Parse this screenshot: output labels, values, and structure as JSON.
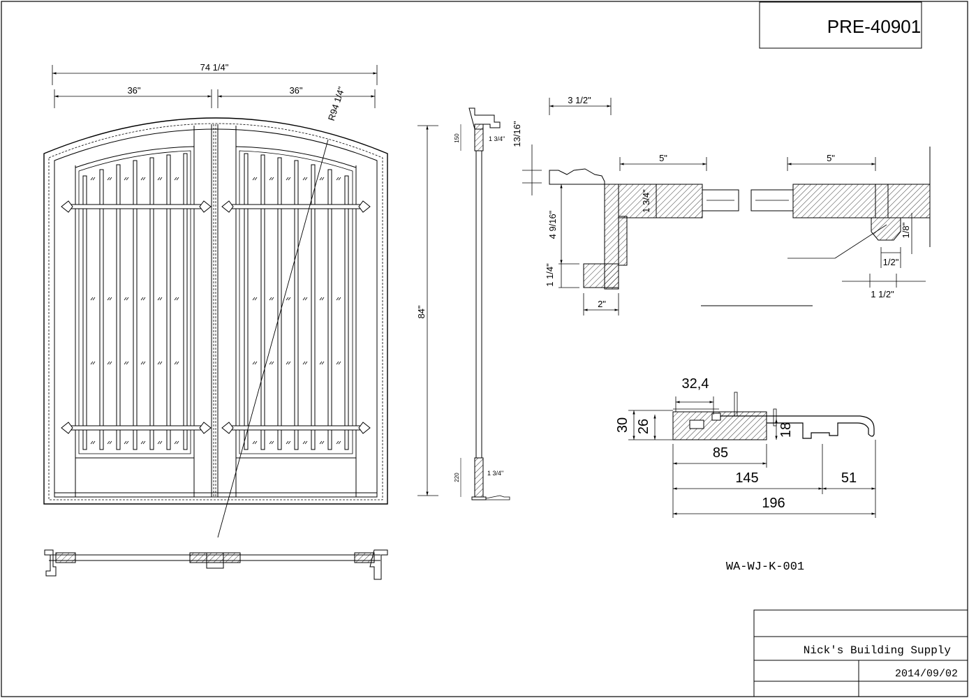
{
  "drawing_number": "PRE-40901",
  "front_view": {
    "overall_width": "74 1/4\"",
    "leaf_width_left": "36\"",
    "leaf_width_right": "36\"",
    "arch_radius": "R94 1/4\"",
    "height": "84\""
  },
  "vertical_section": {
    "top_rail_dim": "150",
    "top_thickness": "1 3/4\"",
    "bottom_rail_dim": "220",
    "bottom_thickness": "1 3/4\""
  },
  "horizontal_section": {
    "jamb_depth": "3 1/2\"",
    "molding_height": "13/16\"",
    "stile_width_left": "5\"",
    "stile_width_right": "5\"",
    "door_thickness": "1 3/4\"",
    "frame_depth": "4 9/16\"",
    "brickmould": "1 1/4\"",
    "brickmould_width": "2\"",
    "astragal_depth": "1/8\"",
    "astragal_gap": "1/2\"",
    "astragal_width": "1 1/2\""
  },
  "sill_section": {
    "top_width": "32,4",
    "height_total": "30",
    "height_inner": "26",
    "height_step": "18",
    "depth_85": "85",
    "depth_145": "145",
    "depth_51": "51",
    "depth_196": "196",
    "code": "WA-WJ-K-001"
  },
  "title_block": {
    "company": "Nick's Building Supply",
    "date": "2014/09/02"
  }
}
